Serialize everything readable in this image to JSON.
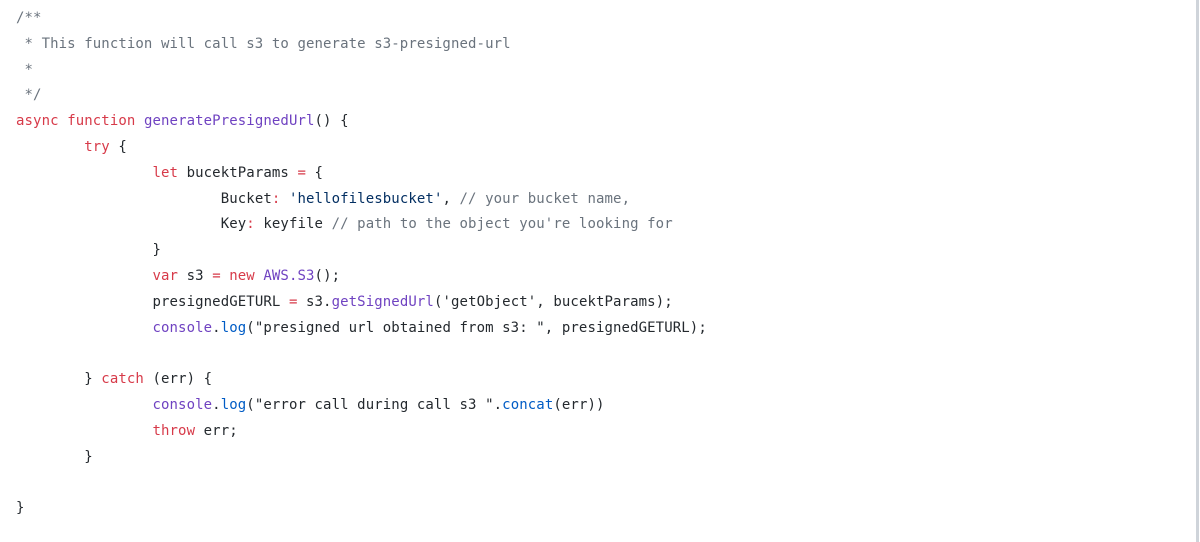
{
  "code": {
    "language": "javascript",
    "colors": {
      "comment": "#6a737d",
      "keyword": "#d73a49",
      "function": "#6f42c1",
      "property": "#005cc5",
      "string": "#032f62",
      "text": "#24292e"
    },
    "lines": {
      "l1": {
        "comment": "/**"
      },
      "l2": {
        "comment": " * This function will call s3 to generate s3-presigned-url"
      },
      "l3": {
        "comment": " *"
      },
      "l4": {
        "comment": " */"
      },
      "l5": {
        "kw1": "async",
        "kw2": "function",
        "fn": "generatePresignedUrl",
        "rest": "() {"
      },
      "l6": {
        "indent": "        ",
        "kw": "try",
        "rest": " {"
      },
      "l7": {
        "indent": "                ",
        "kw": "let",
        "name": " bucektParams ",
        "op": "=",
        "rest": " {"
      },
      "l8": {
        "indent": "                        ",
        "key": "Bucket",
        "colon": ":",
        "str": " 'hellofilesbucket'",
        "sep": ", ",
        "comment": "// your bucket name,"
      },
      "l9": {
        "indent": "                        ",
        "key": "Key",
        "colon": ":",
        "val": " keyfile ",
        "comment": "// path to the object you're looking for"
      },
      "l10": {
        "indent": "                ",
        "rest": "}"
      },
      "l11": {
        "indent": "                ",
        "kw": "var",
        "name": " s3 ",
        "op": "=",
        "sp": " ",
        "kw2": "new",
        "cls": " AWS.S3",
        "rest": "();"
      },
      "l12": {
        "indent": "                ",
        "name": "presignedGETURL ",
        "op": "=",
        "obj": " s3.",
        "method": "getSignedUrl",
        "rest": "('getObject', bucektParams);"
      },
      "l13": {
        "indent": "                ",
        "obj": "console",
        "dot": ".",
        "method": "log",
        "rest": "(\"presigned url obtained from s3: \", presignedGETURL);"
      },
      "l14": {
        "text": ""
      },
      "l15": {
        "indent": "        ",
        "open": "} ",
        "kw": "catch",
        "rest": " (err) {"
      },
      "l16": {
        "indent": "                ",
        "obj": "console",
        "dot": ".",
        "method": "log",
        "str": "(\"error call during call s3 \"",
        "dot2": ".",
        "method2": "concat",
        "rest": "(err))"
      },
      "l17": {
        "indent": "                ",
        "kw": "throw",
        "rest": " err;"
      },
      "l18": {
        "indent": "        ",
        "rest": "}"
      },
      "l19": {
        "text": ""
      },
      "l20": {
        "rest": "}"
      }
    }
  }
}
